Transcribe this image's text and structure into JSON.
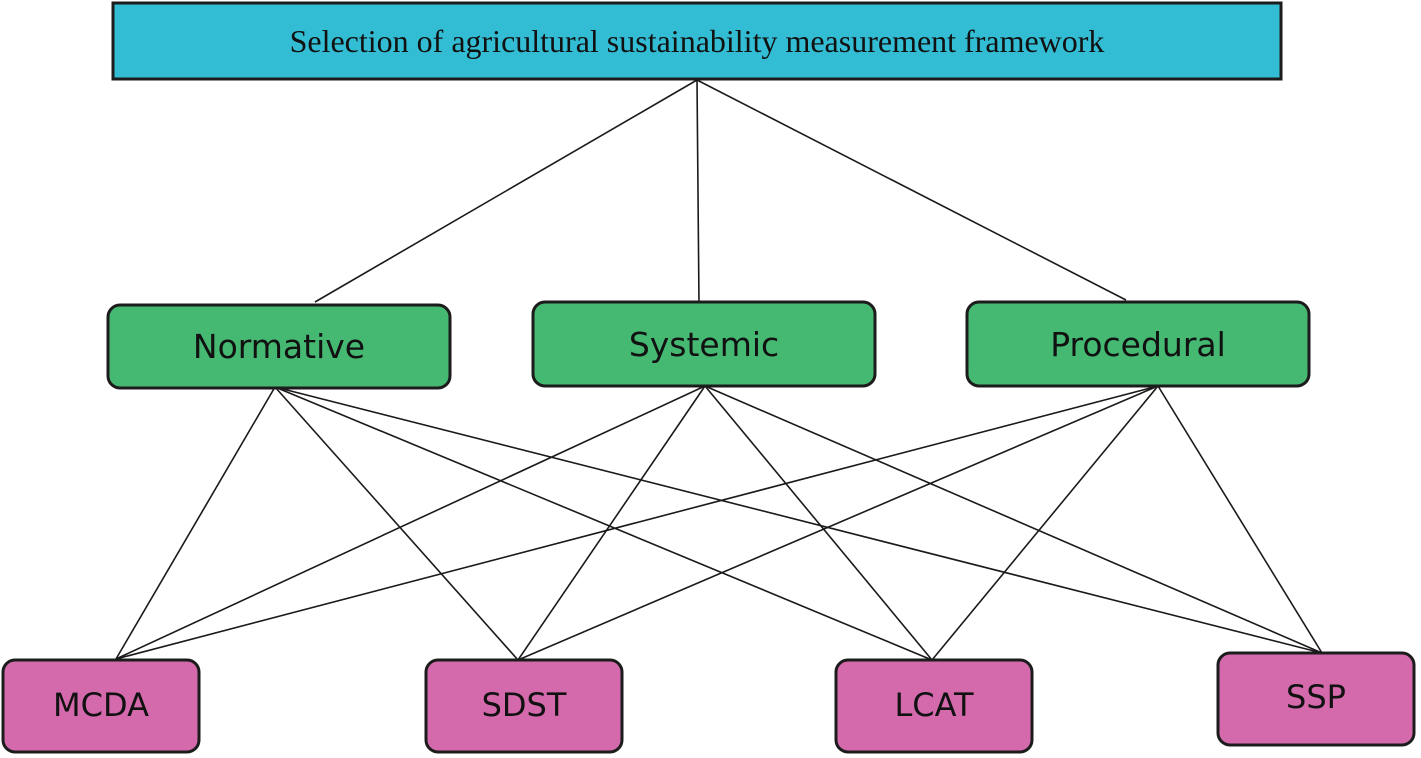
{
  "diagram": {
    "goal": {
      "label": "Selection of agricultural sustainability measurement framework",
      "color": "#33bdd4"
    },
    "criteria": {
      "color": "#45b872",
      "items": [
        {
          "id": "normative",
          "label": "Normative"
        },
        {
          "id": "systemic",
          "label": "Systemic"
        },
        {
          "id": "procedural",
          "label": "Procedural"
        }
      ]
    },
    "alternatives": {
      "color": "#d46aac",
      "items": [
        {
          "id": "mcda",
          "label": "MCDA"
        },
        {
          "id": "sdst",
          "label": "SDST"
        },
        {
          "id": "lcat",
          "label": "LCAT"
        },
        {
          "id": "ssp",
          "label": "SSP"
        }
      ]
    },
    "edges": [
      {
        "from": "goal",
        "to": "normative"
      },
      {
        "from": "goal",
        "to": "systemic"
      },
      {
        "from": "goal",
        "to": "procedural"
      },
      {
        "from": "normative",
        "to": "mcda"
      },
      {
        "from": "normative",
        "to": "sdst"
      },
      {
        "from": "normative",
        "to": "lcat"
      },
      {
        "from": "normative",
        "to": "ssp"
      },
      {
        "from": "systemic",
        "to": "mcda"
      },
      {
        "from": "systemic",
        "to": "sdst"
      },
      {
        "from": "systemic",
        "to": "lcat"
      },
      {
        "from": "systemic",
        "to": "ssp"
      },
      {
        "from": "procedural",
        "to": "mcda"
      },
      {
        "from": "procedural",
        "to": "sdst"
      },
      {
        "from": "procedural",
        "to": "lcat"
      },
      {
        "from": "procedural",
        "to": "ssp"
      }
    ]
  }
}
